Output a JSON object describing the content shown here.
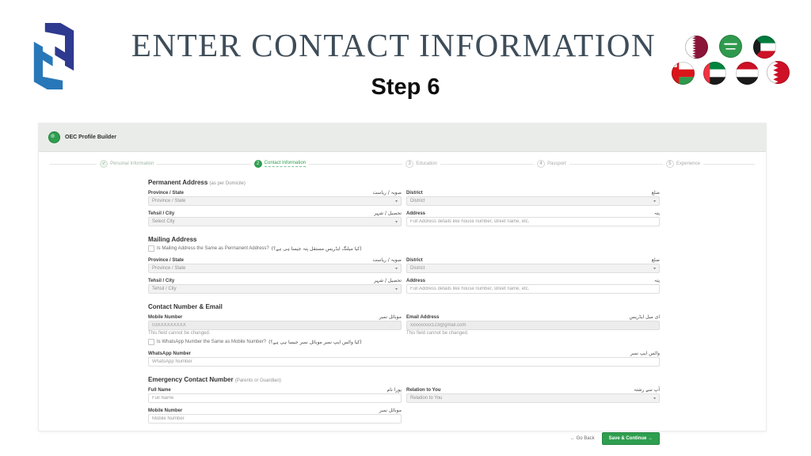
{
  "slide": {
    "title": "ENTER CONTACT INFORMATION",
    "subtitle": "Step 6",
    "logo_name": "company-hexagon-h-logo",
    "flags": [
      "Qatar",
      "Saudi Arabia",
      "Kuwait",
      "Oman",
      "United Arab Emirates",
      "Yemen",
      "Bahrain"
    ]
  },
  "ui": {
    "caret": "▾"
  },
  "colors": {
    "accent_green": "#2f9e4f",
    "title_slate": "#3e4d59",
    "logo_blue_light": "#2878b9",
    "logo_blue_dark": "#2e3a8f"
  },
  "app": {
    "brand": "OEC Profile Builder",
    "steps": [
      {
        "marker": "✓",
        "label": "Personal Information",
        "state": "done"
      },
      {
        "marker": "2",
        "label": "Contact Information",
        "state": "active"
      },
      {
        "marker": "3",
        "label": "Education",
        "state": "pending"
      },
      {
        "marker": "4",
        "label": "Passport",
        "state": "pending"
      },
      {
        "marker": "5",
        "label": "Experience",
        "state": "pending"
      }
    ],
    "permanent": {
      "heading": "Permanent Address",
      "heading_note": "(as per Domicile)",
      "province": {
        "label": "Province / State",
        "urdu": "صوبہ / ریاست",
        "value": "Province / State"
      },
      "district": {
        "label": "District",
        "urdu": "ضلع",
        "value": "District"
      },
      "tehsil": {
        "label": "Tehsil / City",
        "urdu": "تحصیل / شہر",
        "value": "Select City"
      },
      "address": {
        "label": "Address",
        "urdu": "پتہ",
        "placeholder": "Full Address details like house number, street name, etc."
      }
    },
    "mailing": {
      "heading": "Mailing Address",
      "same_checkbox": "Is Mailing Address the Same as Permanent Address?",
      "same_checkbox_urdu": "(کیا میلنگ ایڈریس مستقل پتہ جیسا ہی ہے؟)",
      "province": {
        "label": "Province / State",
        "urdu": "صوبہ / ریاست",
        "value": "Province / State"
      },
      "district": {
        "label": "District",
        "urdu": "ضلع",
        "value": "District"
      },
      "tehsil": {
        "label": "Tehsil / City",
        "urdu": "تحصیل / شہر",
        "value": "Tehsil / City"
      },
      "address": {
        "label": "Address",
        "urdu": "پتہ",
        "placeholder": "Full Address details like house number, street name, etc."
      }
    },
    "contact": {
      "heading": "Contact Number & Email",
      "mobile": {
        "label": "Mobile Number",
        "urdu": "موبائل نمبر",
        "value": "03XXXXXXXXX",
        "note": "This field cannot be changed."
      },
      "email": {
        "label": "Email Address",
        "urdu": "ای میل ایڈریس",
        "value": "xxxxxxxxx123@gmail.com",
        "note": "This field cannot be changed."
      },
      "same_checkbox": "Is WhatsApp Number the Same as Mobile Number?",
      "same_checkbox_urdu": "(کیا واٹس ایپ نمبر موبائل نمبر جیسا ہی ہے؟)",
      "whatsapp": {
        "label": "WhatsApp Number",
        "urdu": "واٹس ایپ نمبر",
        "placeholder": "WhatsApp Number"
      }
    },
    "emergency": {
      "heading": "Emergency Contact Number",
      "heading_note": "(Parents or Guardian)",
      "full_name": {
        "label": "Full Name",
        "urdu": "پورا نام",
        "placeholder": "Full Name"
      },
      "relation": {
        "label": "Relation to You",
        "urdu": "آپ سے رشتہ",
        "value": "Relation to You"
      },
      "mobile": {
        "label": "Mobile Number",
        "urdu": "موبائل نمبر",
        "placeholder": "Mobile Number"
      }
    },
    "footer": {
      "back": "← Go Back",
      "submit": "Save & Continue →"
    }
  }
}
